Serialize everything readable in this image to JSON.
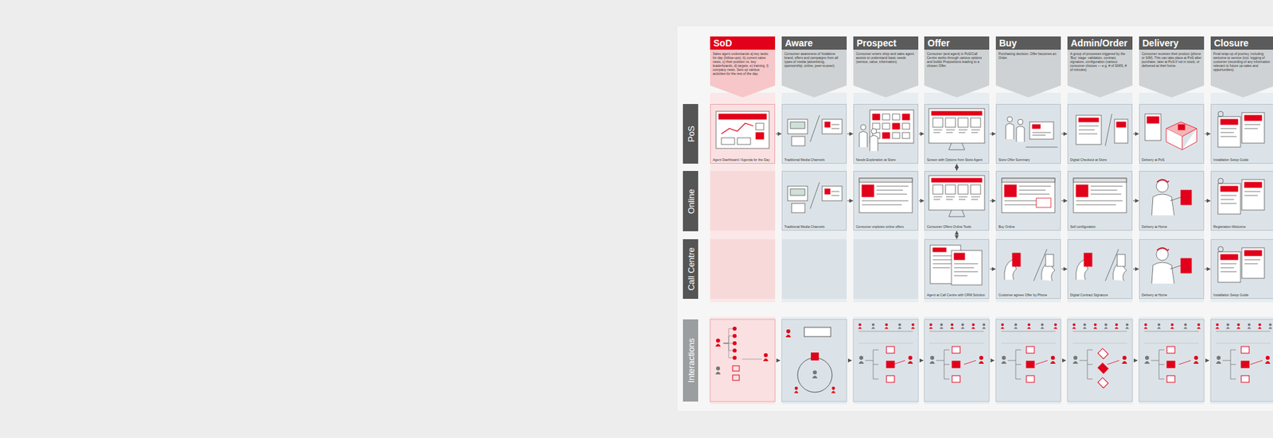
{
  "diagram": {
    "nodes": [
      {
        "text": [
          "SoD",
          "Sales agent understands a) key tasks for day (follow-ups), b) current sales news, c) their position vs. key leaderboards, d) targets, e) training, f) company news. Sets up various activities for the rest of the day."
        ]
      },
      {
        "text": [
          "Aware",
          "Consumer awareness of Vodafone brand, offers and campaigns from all types of media (advertising, sponsorship, online, peer-to-peer)."
        ]
      },
      {
        "text": [
          "Prospect",
          "Consumer enters shop and sales agent assists to understand basic needs (service, value, information)."
        ]
      },
      {
        "text": [
          "Offer",
          "Consumer (and agent) in PoS/Call Centre works through various options and builds Propositions leading to a chosen Offer."
        ]
      },
      {
        "text": [
          "Buy",
          "Purchasing decision. Offer becomes an Order."
        ]
      },
      {
        "text": [
          "Admin/Order",
          "A group of processes triggered by the 'Buy' stage: validation, contract, signature, configuration (various consumer choices — e.g. # of SIMS, # of minutes)"
        ]
      },
      {
        "text": [
          "Delivery",
          "Consumer receives their product (phone or SIM). This can take place at PoS after purchase, later at PoS if not in stock, or delivered at their home."
        ]
      },
      {
        "text": [
          "Closure",
          "Final wrap-up of journey, including welcome to service (incl. logging of customer (recording of any information relevant to future up-sales and opportunities)."
        ]
      },
      {
        "text": [
          "PoS"
        ]
      },
      {
        "text": [
          "Agent Dashboard / Agenda for the Day"
        ]
      },
      {
        "text": [
          "Traditional Media Channels"
        ]
      },
      {
        "text": [
          "Needs Exploration at Store"
        ]
      },
      {
        "text": [
          "Screen with Options from Store Agent"
        ]
      },
      {
        "text": [
          "Store Offer Summary"
        ]
      },
      {
        "text": [
          "Digital Checkout at Store"
        ]
      },
      {
        "text": [
          "Delivery at PoS"
        ]
      },
      {
        "text": [
          "Installation Setup Guide"
        ]
      },
      {
        "text": [
          "Online"
        ]
      },
      {
        "text": [
          "Traditional Media Channels"
        ]
      },
      {
        "text": [
          "Consumer explores online offers"
        ]
      },
      {
        "text": [
          "Consumer Offers Online Tools"
        ]
      },
      {
        "text": [
          "Buy Online"
        ]
      },
      {
        "text": [
          "Self configuration"
        ]
      },
      {
        "text": [
          "Delivery at Home"
        ]
      },
      {
        "text": [
          "Registration Welcome"
        ]
      },
      {
        "text": [
          "Call Centre"
        ]
      },
      {
        "text": [
          "Agent at Call Centre with CRM Solution"
        ]
      },
      {
        "text": [
          "Customer agrees Offer by Phone"
        ]
      },
      {
        "text": [
          "Digital Contract Signature"
        ]
      },
      {
        "text": [
          "Delivery at Home"
        ]
      },
      {
        "text": [
          "Installation Setup Guide"
        ]
      },
      {
        "text": [
          "Interactions"
        ]
      }
    ],
    "edges": [
      {
        "from": 9,
        "to": 10,
        "arrow": "to"
      },
      {
        "from": 10,
        "to": 11,
        "arrow": "to"
      },
      {
        "from": 11,
        "to": 12,
        "arrow": "to"
      },
      {
        "from": 12,
        "to": 13,
        "arrow": "to"
      },
      {
        "from": 13,
        "to": 14,
        "arrow": "to"
      },
      {
        "from": 14,
        "to": 15,
        "arrow": "to"
      },
      {
        "from": 15,
        "to": 16,
        "arrow": "to"
      },
      {
        "from": 18,
        "to": 19,
        "arrow": "to"
      },
      {
        "from": 19,
        "to": 20,
        "arrow": "to"
      },
      {
        "from": 20,
        "to": 21,
        "arrow": "to"
      },
      {
        "from": 21,
        "to": 22,
        "arrow": "to"
      },
      {
        "from": 22,
        "to": 23,
        "arrow": "to"
      },
      {
        "from": 23,
        "to": 24,
        "arrow": "to"
      },
      {
        "from": 26,
        "to": 27,
        "arrow": "to"
      },
      {
        "from": 27,
        "to": 28,
        "arrow": "to"
      },
      {
        "from": 28,
        "to": 29,
        "arrow": "to"
      },
      {
        "from": 29,
        "to": 30,
        "arrow": "to"
      },
      {
        "from": 12,
        "to": 20,
        "arrow": "both"
      },
      {
        "from": 20,
        "to": 26,
        "arrow": "both"
      }
    ]
  }
}
